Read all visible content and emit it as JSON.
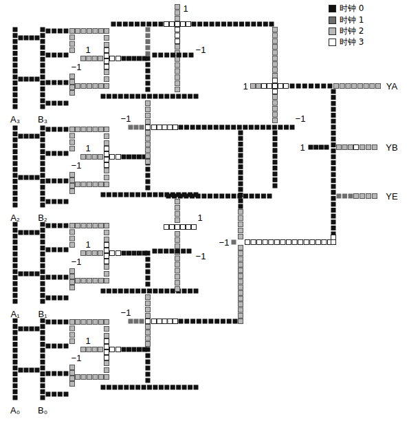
{
  "diagram": {
    "labels": [
      "1",
      "1",
      "−1",
      "−1",
      "1",
      "YA",
      "−1",
      "−1",
      "A₃",
      "B₃",
      "1",
      "YB",
      "1",
      "−1",
      "YE",
      "1",
      "A₂",
      "B₂",
      "−1",
      "1",
      "−1",
      "−1",
      "A₁",
      "B₁",
      "−1",
      "1",
      "−1",
      "A₀",
      "B₀"
    ],
    "legend": [
      {
        "text": "时钟 0",
        "color": "#111111"
      },
      {
        "text": "时钟 1",
        "color": "#6e6e6e"
      },
      {
        "text": "时钟 2",
        "color": "#b8b8b8"
      },
      {
        "text": "时钟 3",
        "color": "#ffffff"
      }
    ]
  }
}
